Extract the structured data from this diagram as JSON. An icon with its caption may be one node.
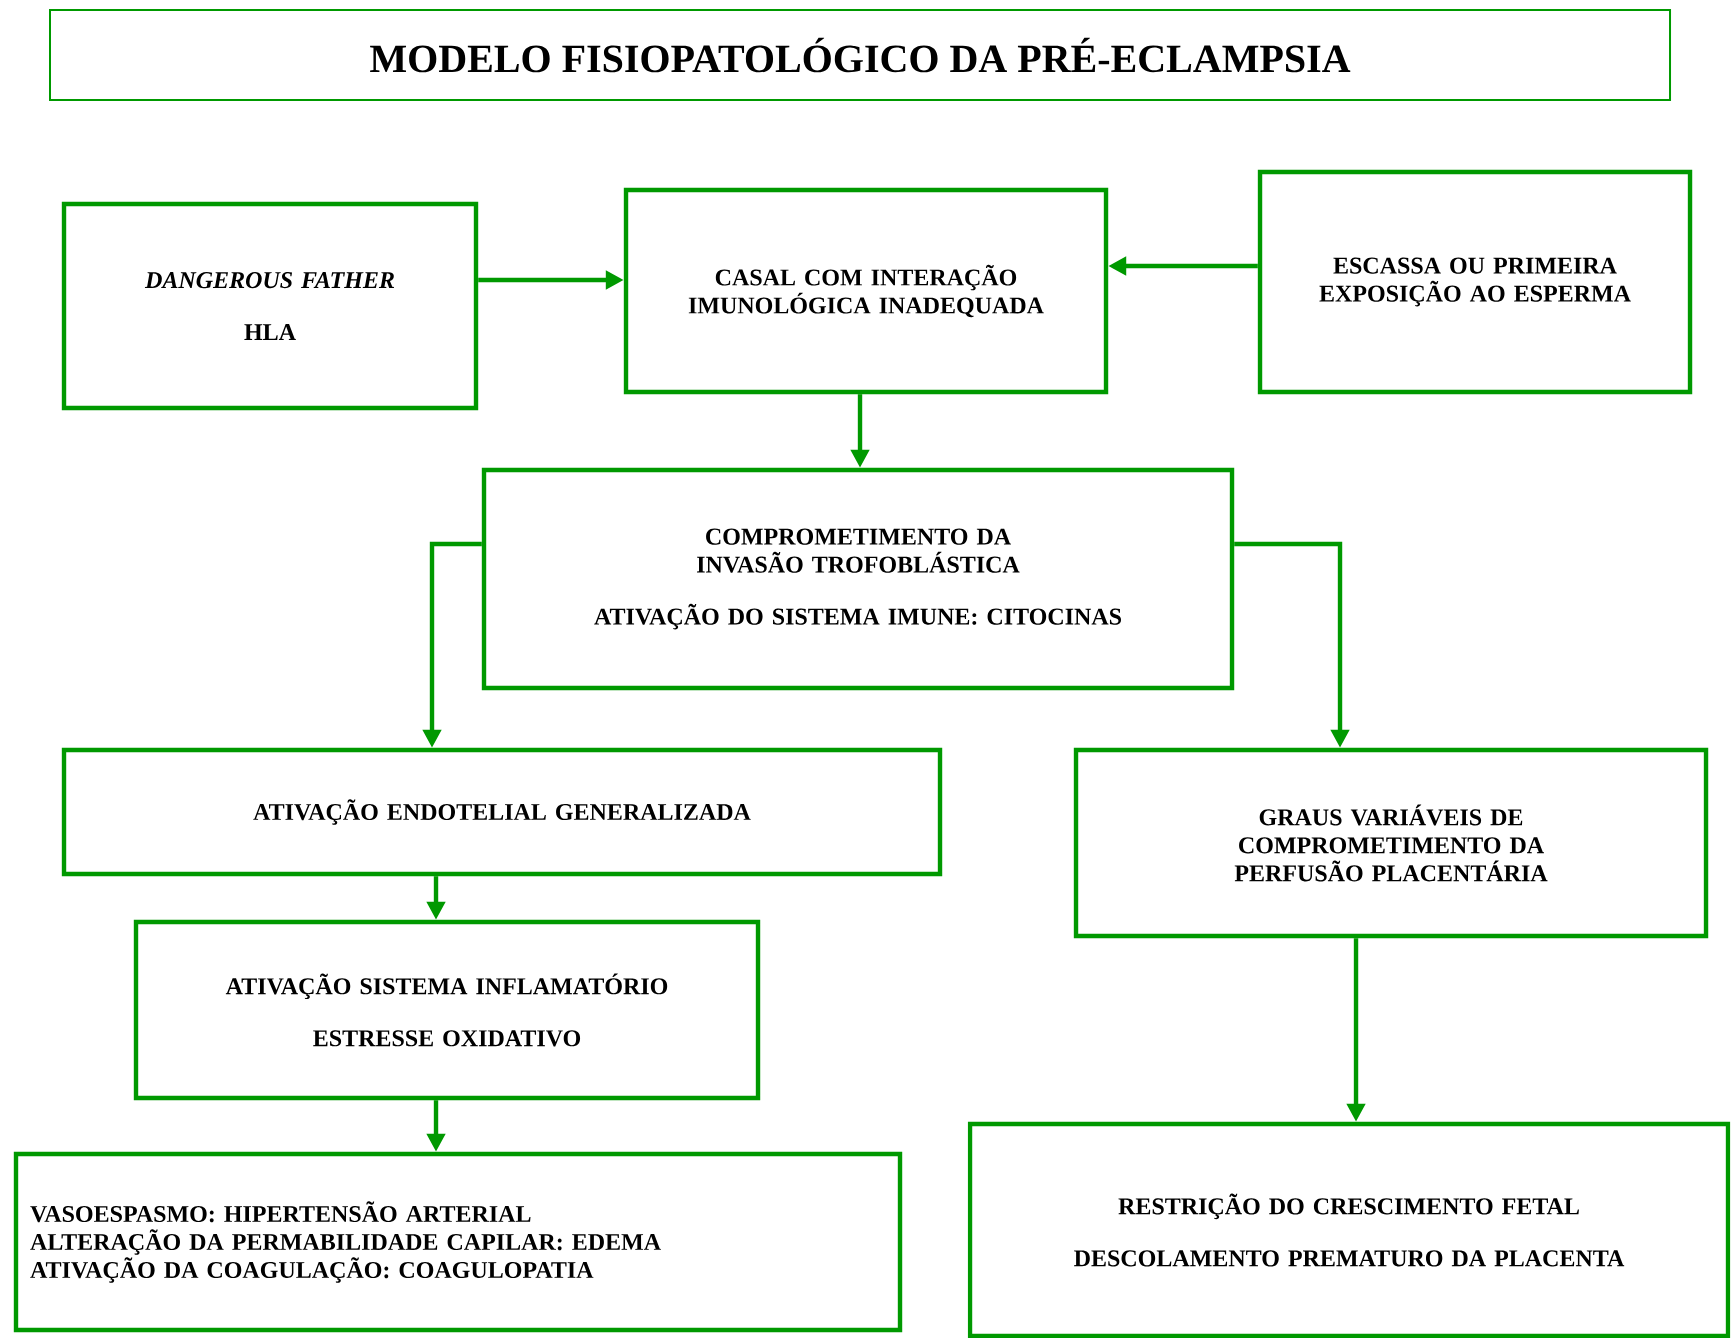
{
  "diagram": {
    "title": "MODELO FISIOPATOLÓGICO DA PRÉ-ECLAMPSIA",
    "nodes": [
      {
        "text": [
          "*DANGEROUS FATHER*",
          "HLA"
        ]
      },
      {
        "text": [
          "CASAL COM INTERAÇÃO IMUNOLÓGICA INADEQUADA"
        ]
      },
      {
        "text": [
          "ESCASSA OU PRIMEIRA EXPOSIÇÃO AO ESPERMA"
        ]
      },
      {
        "text": [
          "COMPROMETIMENTO DA INVASÃO TROFOBLÁSTICA",
          "ATIVAÇÃO DO SISTEMA IMUNE: CITOCINAS"
        ]
      },
      {
        "text": [
          "ATIVAÇÃO ENDOTELIAL GENERALIZADA"
        ]
      },
      {
        "text": [
          "ATIVAÇÃO SISTEMA INFLAMATÓRIO",
          "ESTRESSE OXIDATIVO"
        ]
      },
      {
        "text": [
          "GRAUS VARIÁVEIS DE COMPROMETIMENTO DA PERFUSÃO PLACENTÁRIA"
        ]
      },
      {
        "text": [
          "VASOESPASMO: HIPERTENSÃO ARTERIAL",
          "ALTERAÇÃO DA PERMABILIDADE CAPILAR: EDEMA",
          "ATIVAÇÃO DA COAGULAÇÃO: COAGULOPATIA"
        ]
      },
      {
        "text": [
          "RESTRIÇÃO DO CRESCIMENTO FETAL",
          "DESCOLAMENTO PREMATURO DA PLACENTA"
        ]
      }
    ],
    "edges": [
      {
        "from": 0,
        "to": 1,
        "arrow": "to"
      },
      {
        "from": 2,
        "to": 1,
        "arrow": "to"
      },
      {
        "from": 1,
        "to": 3,
        "arrow": "to"
      },
      {
        "from": 3,
        "to": 4,
        "arrow": "to"
      },
      {
        "from": 3,
        "to": 6,
        "arrow": "to"
      },
      {
        "from": 4,
        "to": 5,
        "arrow": "to"
      },
      {
        "from": 5,
        "to": 7,
        "arrow": "to"
      },
      {
        "from": 6,
        "to": 8,
        "arrow": "to"
      }
    ]
  }
}
